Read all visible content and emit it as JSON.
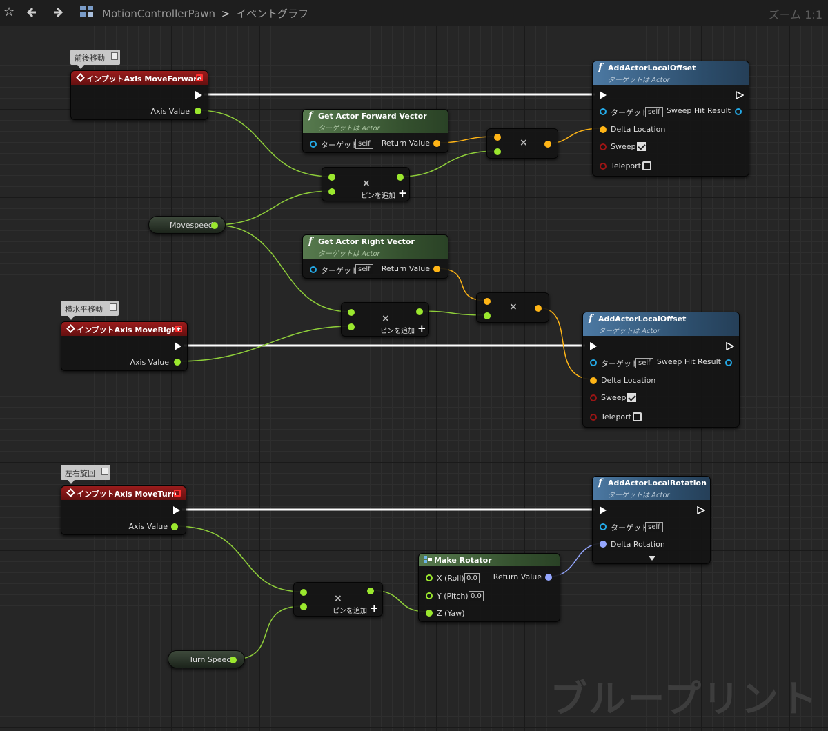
{
  "toolbar": {
    "title": "MotionControllerPawn",
    "separator": ">",
    "graph": "イベントグラフ",
    "zoom": "ズーム 1:1"
  },
  "comments": {
    "forward": "前後移動",
    "right": "横水平移動",
    "turn": "左右旋回"
  },
  "events": {
    "forward": {
      "title": "インプットAxis MoveForward",
      "out_label": "Axis Value"
    },
    "right": {
      "title": "インプットAxis MoveRight",
      "out_label": "Axis Value"
    },
    "turn": {
      "title": "インプットAxis MoveTurn",
      "out_label": "Axis Value"
    }
  },
  "functions": {
    "offset1": {
      "title": "AddActorLocalOffset",
      "subtitle": "ターゲットは Actor",
      "target": "ターゲット",
      "self": "self",
      "sweep_hit": "Sweep Hit Result",
      "delta": "Delta Location",
      "sweep": "Sweep",
      "teleport": "Teleport"
    },
    "offset2": {
      "title": "AddActorLocalOffset",
      "subtitle": "ターゲットは Actor",
      "target": "ターゲット",
      "self": "self",
      "sweep_hit": "Sweep Hit Result",
      "delta": "Delta Location",
      "sweep": "Sweep",
      "teleport": "Teleport"
    },
    "rotation": {
      "title": "AddActorLocalRotation",
      "subtitle": "ターゲットは Actor",
      "target": "ターゲット",
      "self": "self",
      "delta": "Delta Rotation"
    },
    "fwdvec": {
      "title": "Get Actor Forward Vector",
      "subtitle": "ターゲットは Actor",
      "target": "ターゲット",
      "self": "self",
      "ret": "Return Value"
    },
    "rightvec": {
      "title": "Get Actor Right Vector",
      "subtitle": "ターゲットは Actor",
      "target": "ターゲット",
      "self": "self",
      "ret": "Return Value"
    }
  },
  "multiply": {
    "symbol": "×",
    "add_pin": "ピンを追加",
    "plus": "+"
  },
  "variables": {
    "movespeed": "Movespeed",
    "turnspeed": "Turn Speed"
  },
  "rotator": {
    "title": "Make Rotator",
    "x": "X (Roll)",
    "x_val": "0.0",
    "y": "Y (Pitch)",
    "y_val": "0.0",
    "z": "Z (Yaw)",
    "ret": "Return Value"
  },
  "watermark": "ブループリント",
  "colors": {
    "exec": "#ffffff",
    "float": "#9be82e",
    "vector": "#ffb516",
    "rotator": "#95a7ff",
    "object": "#24a9e6",
    "bool": "#9a1515"
  }
}
